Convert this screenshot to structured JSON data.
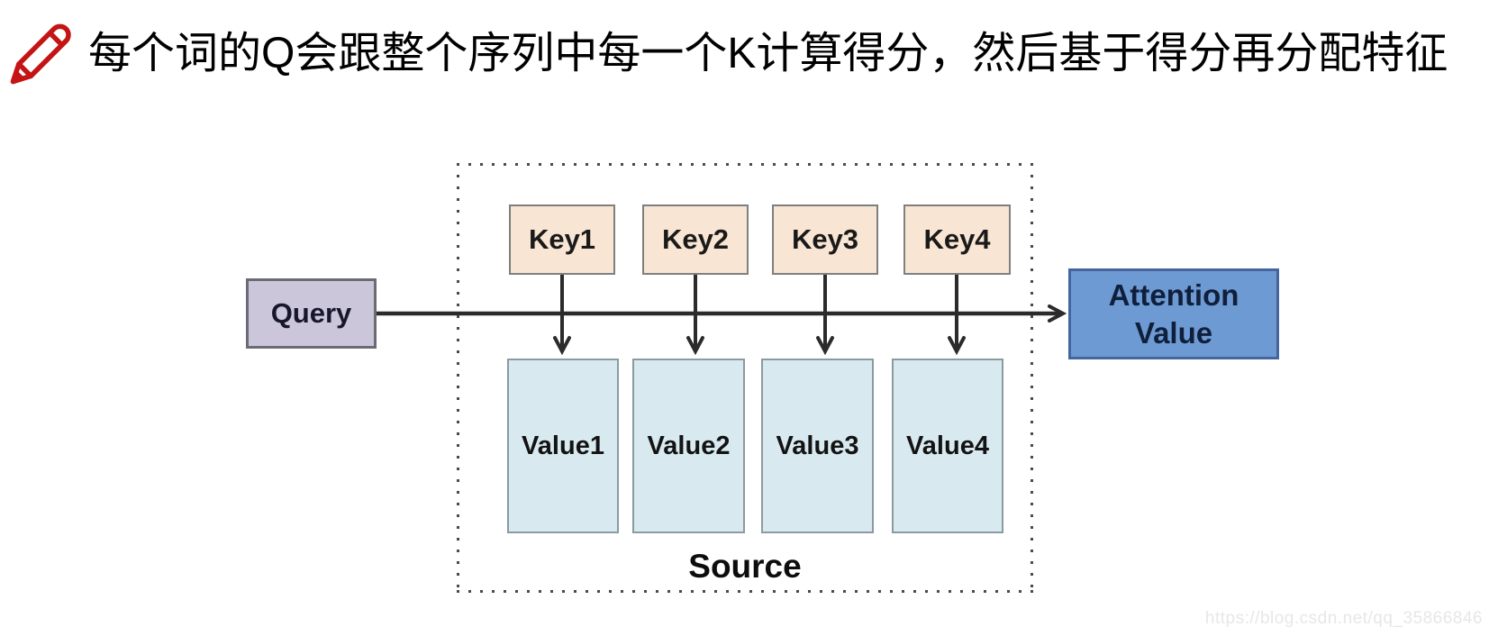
{
  "title": {
    "icon": "pencil-icon",
    "text": "每个词的Q会跟整个序列中每一个K计算得分，然后基于得分再分配特征"
  },
  "diagram": {
    "query": {
      "label": "Query"
    },
    "keys": [
      {
        "label": "Key1"
      },
      {
        "label": "Key2"
      },
      {
        "label": "Key3"
      },
      {
        "label": "Key4"
      }
    ],
    "values": [
      {
        "label": "Value1"
      },
      {
        "label": "Value2"
      },
      {
        "label": "Value3"
      },
      {
        "label": "Value4"
      }
    ],
    "attention": {
      "lines": [
        "Attention",
        "Value"
      ]
    },
    "source_label": "Source"
  },
  "watermark": {
    "text": "https://blog.csdn.net/qq_35866846"
  },
  "colors": {
    "query_fill": "#ccc6da",
    "query_border": "#6b6b76",
    "key_fill": "#f9e5d3",
    "key_border": "#7f7f7f",
    "value_fill": "#d8eaf0",
    "value_border": "#8b9aa1",
    "attention_fill": "#6d9ad3",
    "attention_border": "#44659e",
    "attention_text": "#101f3c",
    "arrow": "#2b2b2b",
    "icon_red": "#c41414",
    "watermark_gray": "#e7e7e7"
  }
}
